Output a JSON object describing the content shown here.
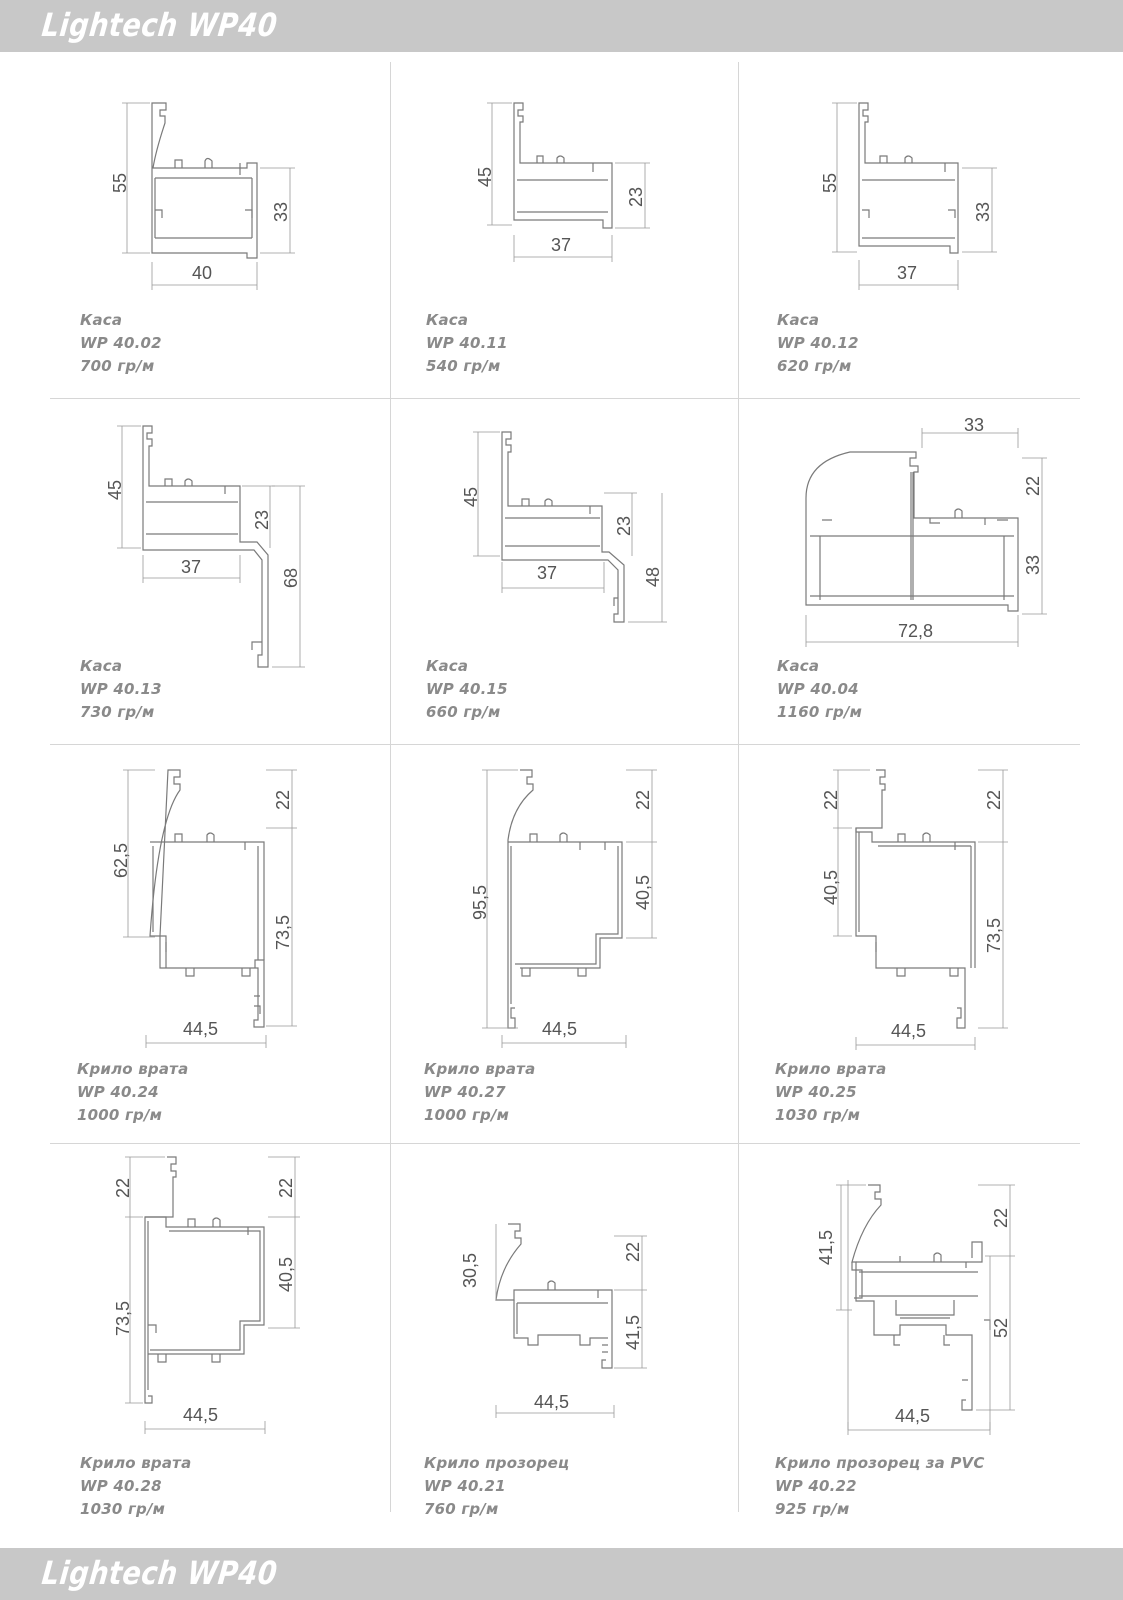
{
  "brand": "Lightech WP40",
  "profiles": [
    {
      "name": "Каса",
      "code": "WP 40.02",
      "weight": "700 гр/м",
      "dims": [
        "55",
        "33",
        "40"
      ]
    },
    {
      "name": "Каса",
      "code": "WP 40.11",
      "weight": "540 гр/м",
      "dims": [
        "45",
        "23",
        "37"
      ]
    },
    {
      "name": "Каса",
      "code": "WP 40.12",
      "weight": "620 гр/м",
      "dims": [
        "55",
        "33",
        "37"
      ]
    },
    {
      "name": "Каса",
      "code": "WP 40.13",
      "weight": "730 гр/м",
      "dims": [
        "45",
        "23",
        "37",
        "68"
      ]
    },
    {
      "name": "Каса",
      "code": "WP 40.15",
      "weight": "660 гр/м",
      "dims": [
        "45",
        "23",
        "37",
        "48"
      ]
    },
    {
      "name": "Каса",
      "code": "WP 40.04",
      "weight": "1160 гр/м",
      "dims": [
        "33",
        "22",
        "33",
        "72,8"
      ]
    },
    {
      "name": "Крило врата",
      "code": "WP 40.24",
      "weight": "1000 гр/м",
      "dims": [
        "62,5",
        "22",
        "73,5",
        "44,5"
      ]
    },
    {
      "name": "Крило врата",
      "code": "WP 40.27",
      "weight": "1000 гр/м",
      "dims": [
        "95,5",
        "22",
        "40,5",
        "44,5"
      ]
    },
    {
      "name": "Крило врата",
      "code": "WP 40.25",
      "weight": "1030 гр/м",
      "dims": [
        "22",
        "40,5",
        "22",
        "73,5",
        "44,5"
      ]
    },
    {
      "name": "Крило врата",
      "code": "WP 40.28",
      "weight": "1030 гр/м",
      "dims": [
        "22",
        "73,5",
        "22",
        "40,5",
        "44,5"
      ]
    },
    {
      "name": "Крило прозорец",
      "code": "WP 40.21",
      "weight": "760 гр/м",
      "dims": [
        "30,5",
        "22",
        "41,5",
        "44,5"
      ]
    },
    {
      "name": "Крило прозорец за PVC",
      "code": "WP 40.22",
      "weight": "925 гр/м",
      "dims": [
        "41,5",
        "22",
        "52",
        "44,5"
      ]
    }
  ]
}
